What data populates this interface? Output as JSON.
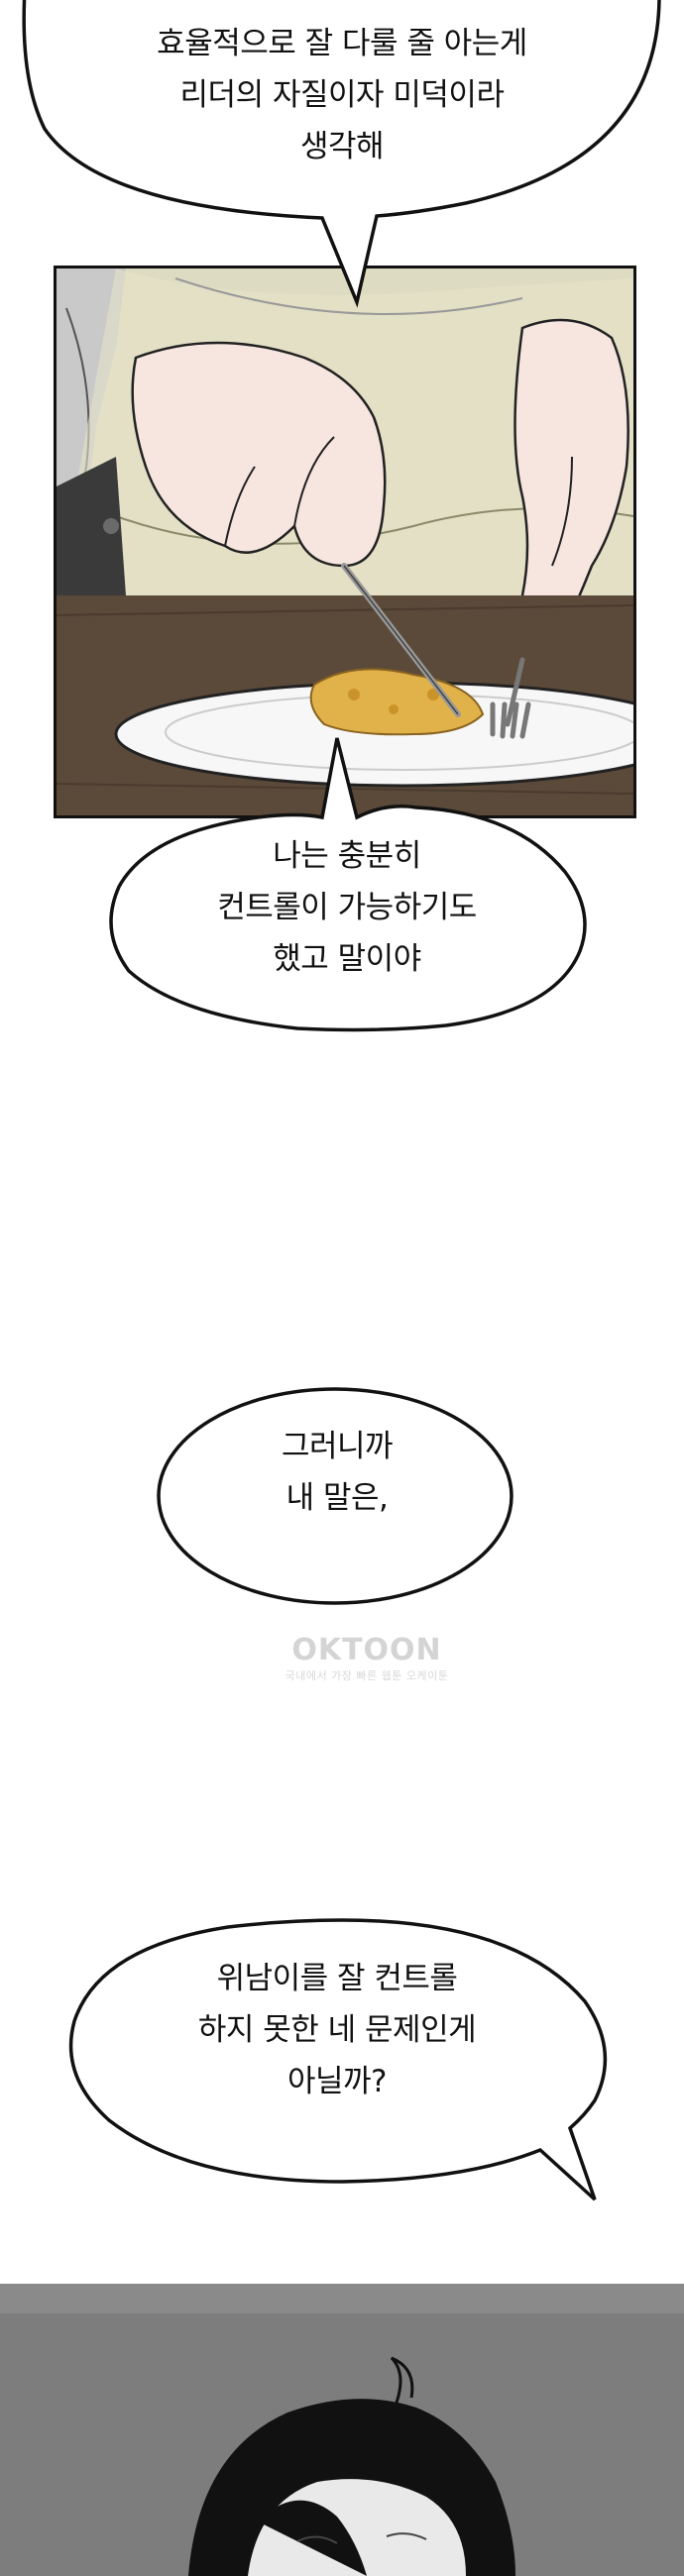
{
  "bubbles": [
    {
      "lines": [
        "효율적으로 잘 다룰 줄 아는게",
        "리더의 자질이자 미덕이라",
        "생각해"
      ]
    },
    {
      "lines": [
        "나는 충분히",
        "컨트롤이 가능하기도",
        "했고 말이야"
      ]
    },
    {
      "lines": [
        "그러니까",
        "내 말은,"
      ]
    },
    {
      "lines": [
        "위남이를 잘 컨트롤",
        "하지 못한 네 문제인게",
        "아닐까?"
      ]
    }
  ],
  "watermark": {
    "logo": "OKTOON",
    "tagline": "국내에서 가장 빠른 웹툰 오케이툰"
  },
  "colors": {
    "bubble_fill": "#ffffff",
    "bubble_stroke": "#111111",
    "panel_border": "#111111",
    "table_brown": "#5b4a3a",
    "bottom_panel_gray": "#7a7a7a"
  }
}
